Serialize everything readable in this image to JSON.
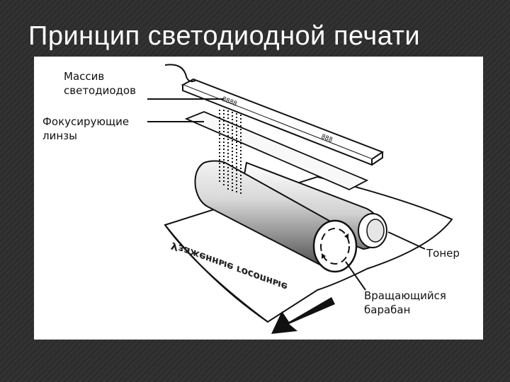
{
  "slide": {
    "title": "Принцип светодиодной печати"
  },
  "diagram": {
    "labels": {
      "led_array": [
        "Массив",
        "светодиодов"
      ],
      "lenses": [
        "Фокусирующие",
        "линзы"
      ],
      "toner": "Тонер",
      "drum": [
        "Вращающийся",
        "барабан"
      ],
      "paper": "Узаженные госопные"
    }
  }
}
